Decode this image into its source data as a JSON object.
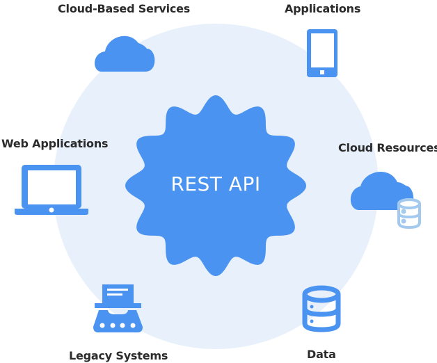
{
  "title": "REST API",
  "colors": {
    "primary": "#4a93f0",
    "background_circle": "#e8f1fb",
    "secondary_icon": "#a3c9ee",
    "label_text": "#2b2b2b",
    "center_text": "#ffffff"
  },
  "nodes": [
    {
      "id": "cloud-based-services",
      "label": "Cloud-Based Services",
      "icon": "cloud-icon"
    },
    {
      "id": "applications",
      "label": "Applications",
      "icon": "smartphone-icon"
    },
    {
      "id": "web-applications",
      "label": "Web Applications",
      "icon": "laptop-icon"
    },
    {
      "id": "cloud-resources",
      "label": "Cloud Resources",
      "icon": "cloud-database-icon"
    },
    {
      "id": "legacy-systems",
      "label": "Legacy Systems",
      "icon": "typewriter-icon"
    },
    {
      "id": "data",
      "label": "Data",
      "icon": "database-icon"
    }
  ]
}
